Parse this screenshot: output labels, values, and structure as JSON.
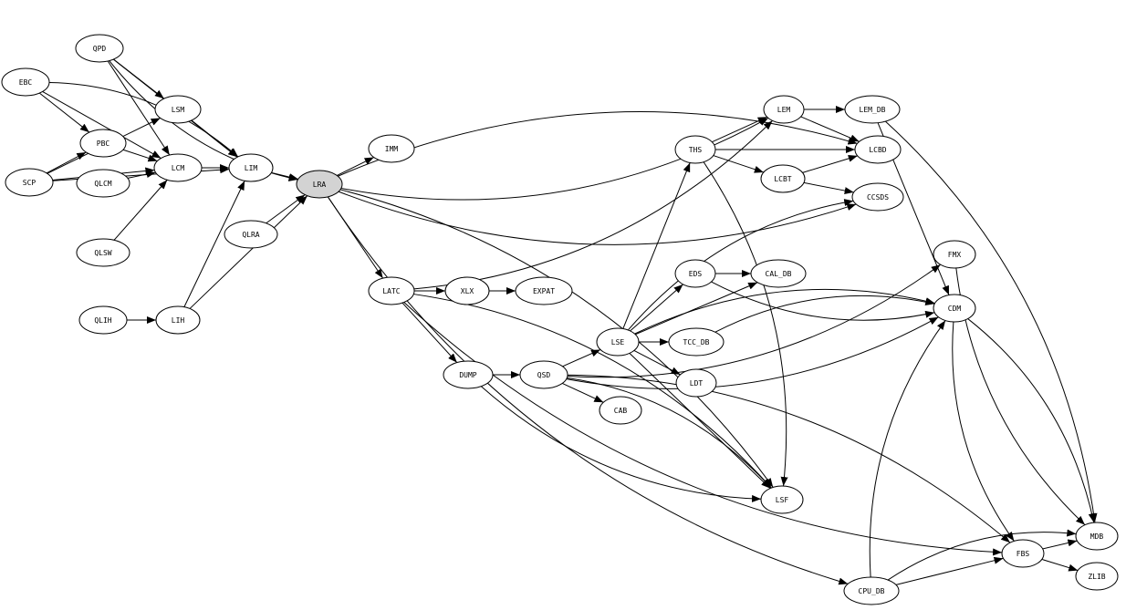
{
  "graph": {
    "highlight_node": "LRA",
    "highlight_color": "#d3d3d3",
    "nodes": [
      "QPD",
      "EBC",
      "LSM",
      "PBC",
      "SCP",
      "QLCM",
      "LCM",
      "LIM",
      "LRA",
      "QLRA",
      "QLSW",
      "QLIH",
      "LIH",
      "IMM",
      "LATC",
      "XLX",
      "EXPAT",
      "DUMP",
      "QSD",
      "CAB",
      "LSE",
      "TCC_DB",
      "LDT",
      "EDS",
      "CAL_DB",
      "THS",
      "LEM",
      "LEM_DB",
      "LCBD",
      "LCBT",
      "CCSDS",
      "FMX",
      "CDM",
      "LSF",
      "CPU_DB",
      "FBS",
      "MDB",
      "ZLIB"
    ],
    "edges": [
      [
        "QPD",
        "LSM"
      ],
      [
        "QPD",
        "LCM"
      ],
      [
        "QPD",
        "LIM"
      ],
      [
        "QPD",
        "LRA"
      ],
      [
        "EBC",
        "PBC"
      ],
      [
        "EBC",
        "LCM"
      ],
      [
        "EBC",
        "LIM"
      ],
      [
        "SCP",
        "LSM"
      ],
      [
        "SCP",
        "PBC"
      ],
      [
        "SCP",
        "LCM"
      ],
      [
        "SCP",
        "LIM"
      ],
      [
        "PBC",
        "LCM"
      ],
      [
        "QLCM",
        "LCM"
      ],
      [
        "QLSW",
        "LCM"
      ],
      [
        "LSM",
        "LIM"
      ],
      [
        "LCM",
        "LIM"
      ],
      [
        "LIM",
        "LRA"
      ],
      [
        "QLRA",
        "LRA"
      ],
      [
        "LIH",
        "LIM"
      ],
      [
        "LIH",
        "LRA"
      ],
      [
        "QLIH",
        "LIH"
      ],
      [
        "LRA",
        "IMM"
      ],
      [
        "LRA",
        "LATC"
      ],
      [
        "LRA",
        "LEM"
      ],
      [
        "LRA",
        "LCBD"
      ],
      [
        "LRA",
        "CCSDS"
      ],
      [
        "LRA",
        "LSF"
      ],
      [
        "LRA",
        "CPU_DB"
      ],
      [
        "LATC",
        "XLX"
      ],
      [
        "XLX",
        "EXPAT"
      ],
      [
        "LATC",
        "DUMP"
      ],
      [
        "LATC",
        "LEM"
      ],
      [
        "LATC",
        "LSF"
      ],
      [
        "LATC",
        "FBS"
      ],
      [
        "DUMP",
        "QSD"
      ],
      [
        "DUMP",
        "LSF"
      ],
      [
        "QSD",
        "LSE"
      ],
      [
        "QSD",
        "CAB"
      ],
      [
        "QSD",
        "LSF"
      ],
      [
        "QSD",
        "FMX"
      ],
      [
        "QSD",
        "FBS"
      ],
      [
        "QSD",
        "CDM"
      ],
      [
        "LSE",
        "THS"
      ],
      [
        "LSE",
        "EDS"
      ],
      [
        "LSE",
        "TCC_DB"
      ],
      [
        "LSE",
        "LDT"
      ],
      [
        "LSE",
        "CCSDS"
      ],
      [
        "LSE",
        "CAL_DB"
      ],
      [
        "LSE",
        "CDM"
      ],
      [
        "LSE",
        "LSF"
      ],
      [
        "EDS",
        "CAL_DB"
      ],
      [
        "EDS",
        "CDM"
      ],
      [
        "TCC_DB",
        "CDM"
      ],
      [
        "THS",
        "LEM"
      ],
      [
        "THS",
        "LCBD"
      ],
      [
        "THS",
        "LCBT"
      ],
      [
        "THS",
        "LSF"
      ],
      [
        "LEM",
        "LEM_DB"
      ],
      [
        "LEM",
        "LCBD"
      ],
      [
        "LCBT",
        "LCBD"
      ],
      [
        "LCBT",
        "CCSDS"
      ],
      [
        "LEM_DB",
        "CDM"
      ],
      [
        "LEM_DB",
        "MDB"
      ],
      [
        "FMX",
        "MDB"
      ],
      [
        "CDM",
        "MDB"
      ],
      [
        "CDM",
        "FBS"
      ],
      [
        "CPU_DB",
        "CDM"
      ],
      [
        "CPU_DB",
        "FBS"
      ],
      [
        "CPU_DB",
        "MDB"
      ],
      [
        "FBS",
        "MDB"
      ],
      [
        "FBS",
        "ZLIB"
      ]
    ]
  }
}
